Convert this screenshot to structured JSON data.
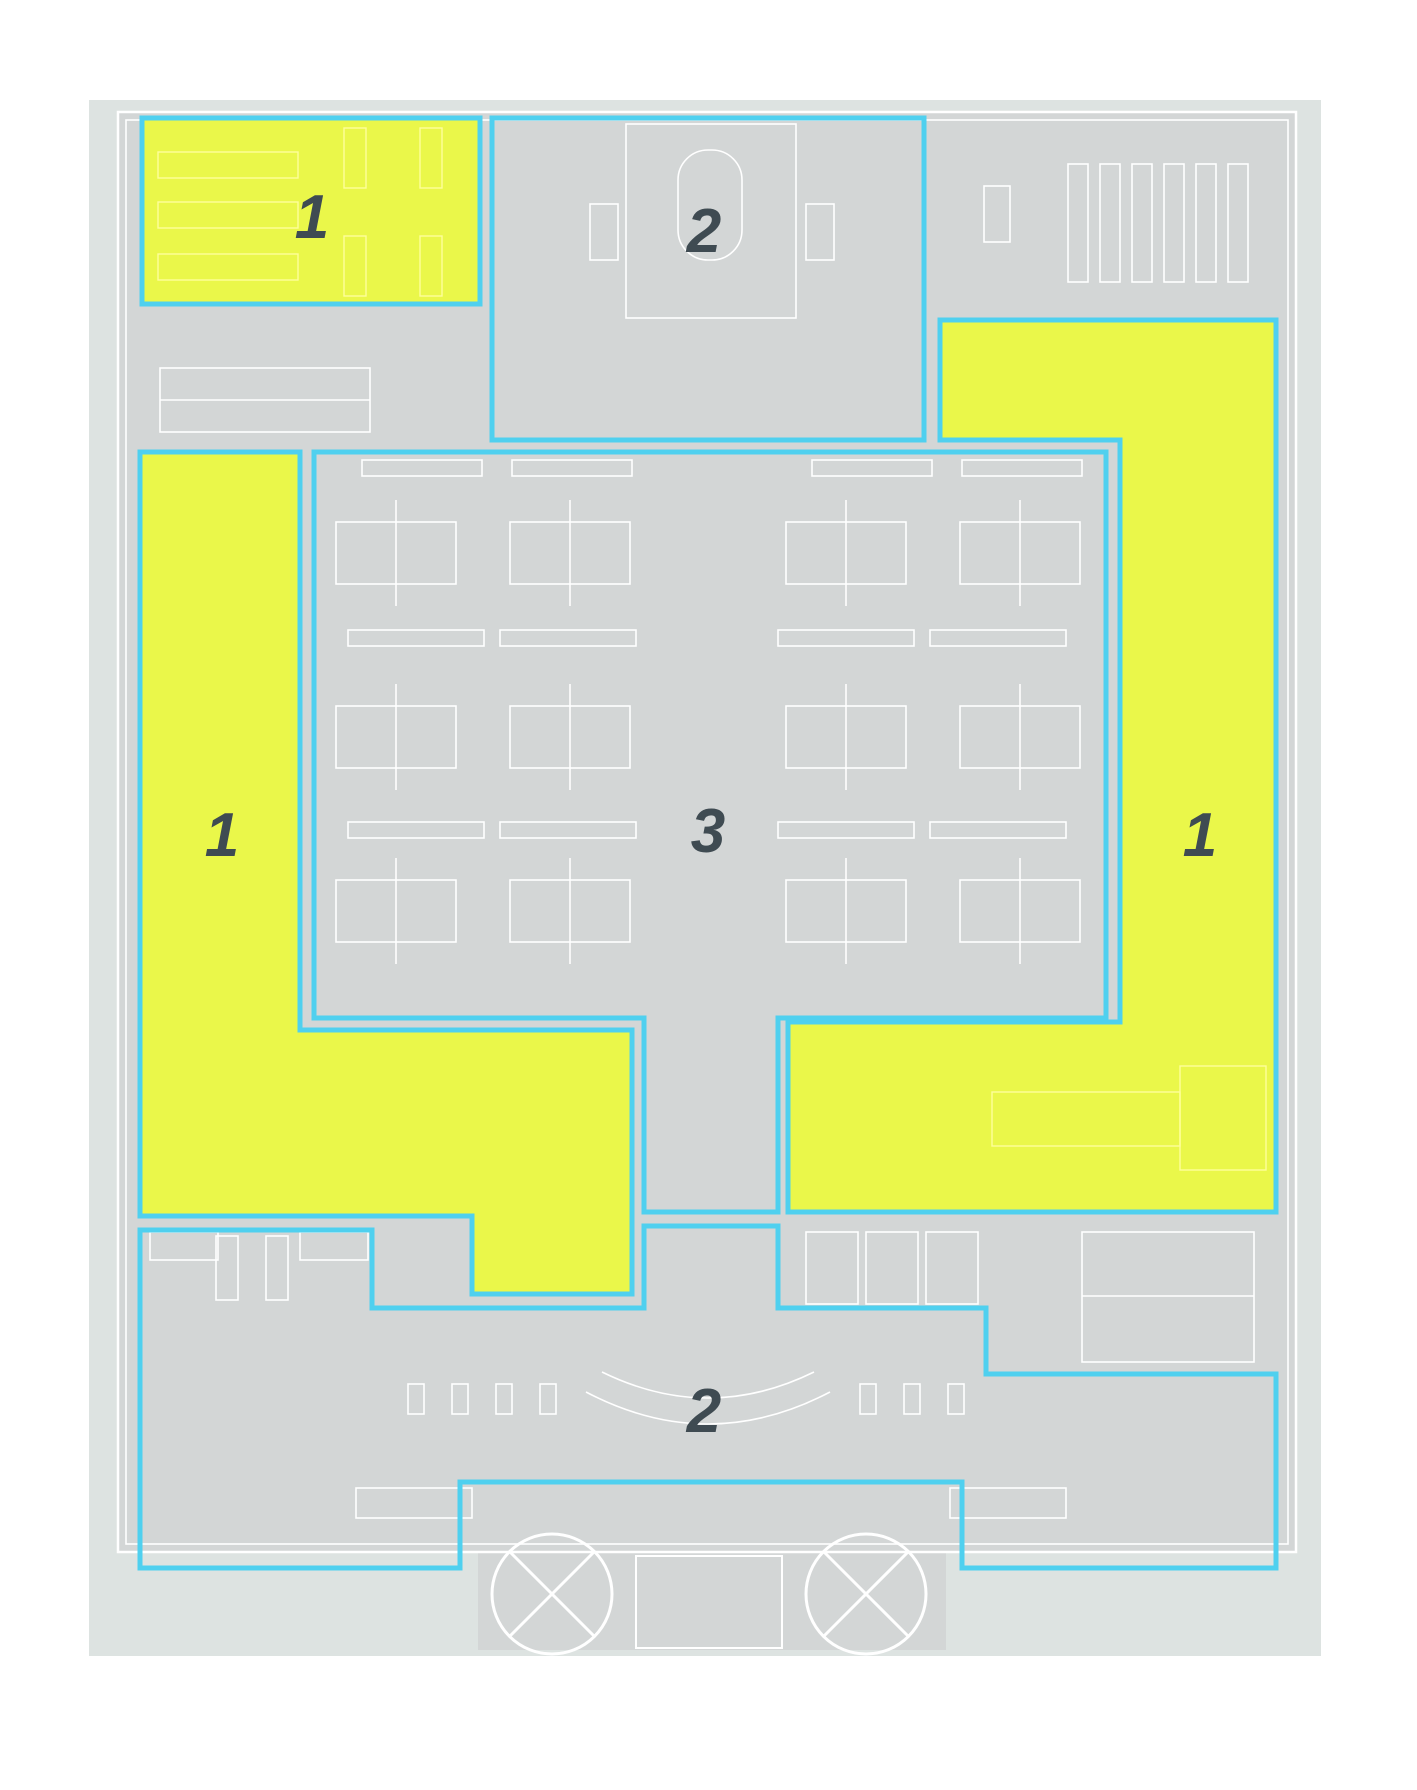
{
  "colors": {
    "site": "#dde3e1",
    "floor": "#d3d6d6",
    "zone_yellow": "#eaf74a",
    "zone_outline": "#4fd0ef",
    "label": "#3f4b52"
  },
  "zones": [
    {
      "id": "zone-1-top-left",
      "label": "1"
    },
    {
      "id": "zone-2-top-center",
      "label": "2"
    },
    {
      "id": "zone-1-left",
      "label": "1"
    },
    {
      "id": "zone-3-center",
      "label": "3"
    },
    {
      "id": "zone-1-right",
      "label": "1"
    },
    {
      "id": "zone-2-bottom",
      "label": "2"
    }
  ]
}
